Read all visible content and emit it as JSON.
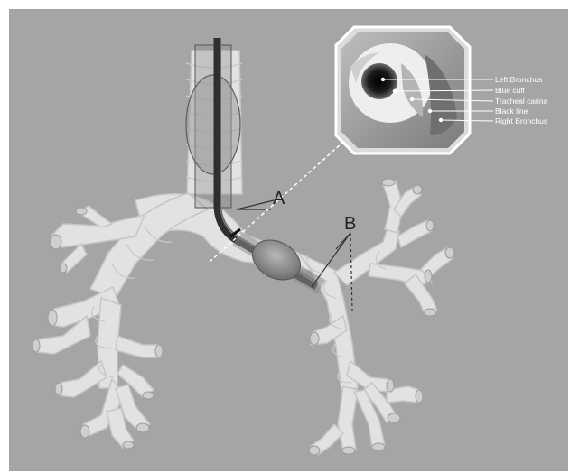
{
  "figure": {
    "letter_a": "A",
    "letter_b": "B",
    "inset_labels": [
      "Left Bronchus",
      "Blue cuff",
      "Tracheal carina",
      "Black line",
      "Right Bronchus"
    ],
    "colors": {
      "background": "#a5a5a5",
      "airway_fill": "#e4e4e4",
      "tube": "#3a3a3a",
      "cuff": "#8c8c8c"
    }
  }
}
